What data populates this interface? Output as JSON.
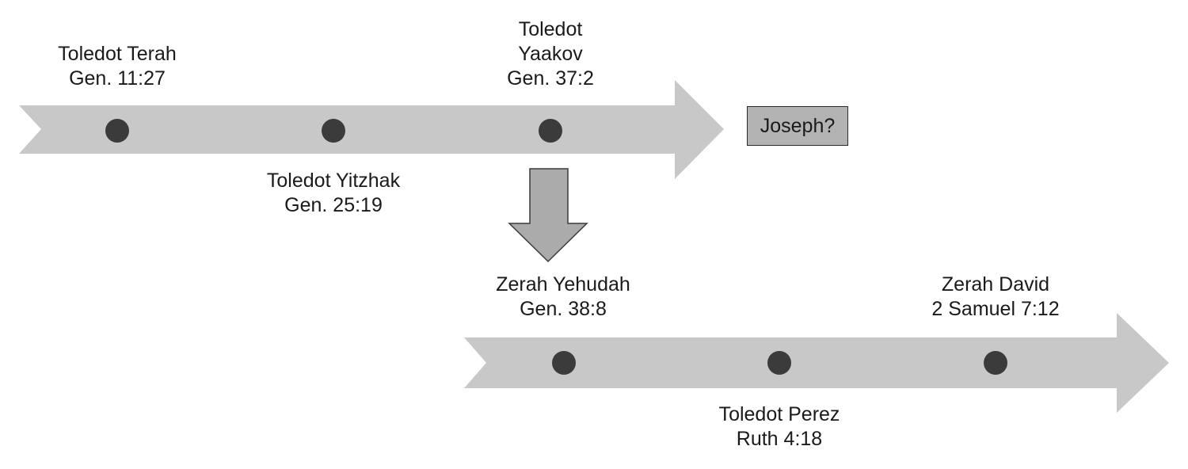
{
  "colors": {
    "arrow_fill": "#c8c8c8",
    "down_arrow_fill": "#ababab",
    "down_arrow_stroke": "#3a3a3a",
    "node_fill": "#3b3b3b",
    "box_fill": "#b3b3b3",
    "text": "#1a1a1a"
  },
  "timelines": [
    {
      "nodes": [
        {
          "line1": "Toledot Terah",
          "line2": "Gen. 11:27"
        },
        {
          "line1": "Toledot Yitzhak",
          "line2": "Gen. 25:19"
        },
        {
          "line0": "Toledot",
          "line1": "Yaakov",
          "line2": "Gen. 37:2"
        }
      ],
      "continuation": "Joseph?"
    },
    {
      "nodes": [
        {
          "line1": "Zerah Yehudah",
          "line2": "Gen. 38:8"
        },
        {
          "line1": "Toledot Perez",
          "line2": "Ruth 4:18"
        },
        {
          "line1": "Zerah David",
          "line2": "2 Samuel 7:12"
        }
      ]
    }
  ]
}
